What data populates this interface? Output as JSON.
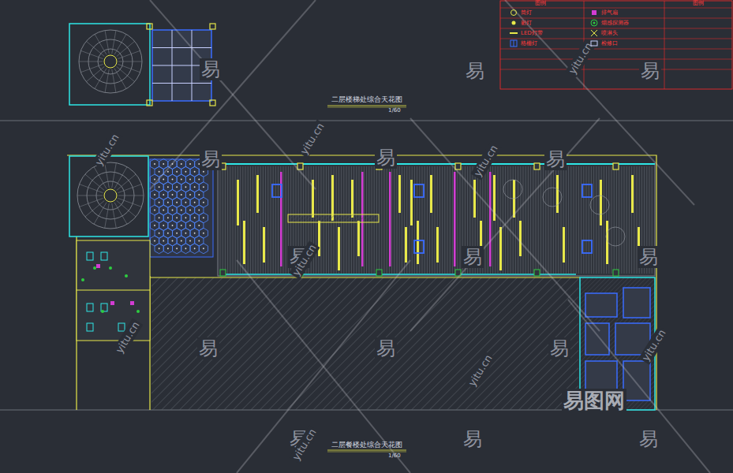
{
  "diagram": {
    "labels": [
      "二层楼梯处综合天花图",
      "1/60",
      "二层餐楼处综合天花图",
      "1/60",
      "图例",
      "图例",
      "易",
      "易",
      "易",
      "易",
      "易",
      "易",
      "易",
      "易",
      "易",
      "易",
      "易",
      "易",
      "易",
      "易",
      "易",
      "易图网",
      "yitu.cn",
      "yitu.cn",
      "yitu.cn",
      "yitu.cn",
      "yitu.cn",
      "yitu.cn",
      "yitu.cn",
      "yitu.cn",
      "yitu.cn"
    ],
    "legend": [
      {
        "text": "筒灯"
      },
      {
        "text": "射灯"
      },
      {
        "text": "LED灯带"
      },
      {
        "text": "格栅灯"
      },
      {
        "text": "排气扇"
      },
      {
        "text": "烟感探测器"
      },
      {
        "text": "喷淋头"
      },
      {
        "text": "检修口"
      }
    ]
  }
}
